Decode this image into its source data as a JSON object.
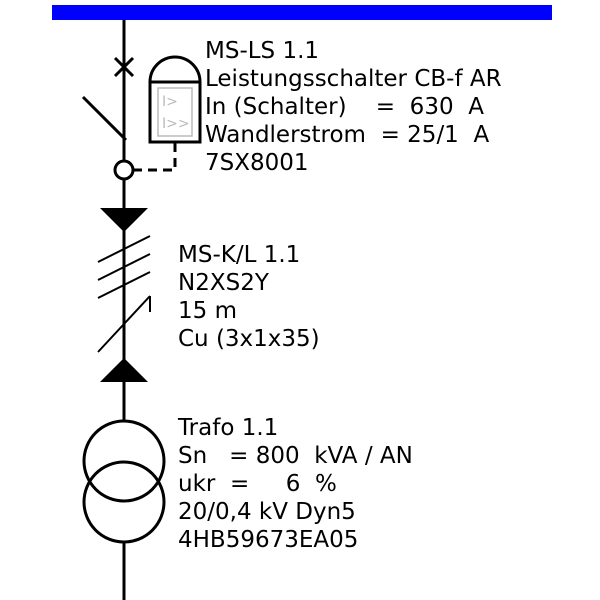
{
  "colors": {
    "busbar": "#0000ff",
    "line": "#000000",
    "background": "#ffffff",
    "relay_glyph": "#bbbbbb"
  },
  "breaker": {
    "name": "MS-LS 1.1",
    "type": "Leistungsschalter CB-f AR",
    "rated_current": "In (Schalter)    =  630  A",
    "transformer_current": "Wandlerstrom  = 25/1  A",
    "order_number": "7SX8001",
    "relay_glyph_1": "I>",
    "relay_glyph_2": "I>>"
  },
  "cable": {
    "name": "MS-K/L 1.1",
    "type": "N2XS2Y",
    "length": "15 m",
    "cross_section": "Cu (3x1x35)"
  },
  "transformer": {
    "name": "Trafo 1.1",
    "rated_power": "Sn   = 800  kVA / AN",
    "short_circuit_voltage": "ukr  =     6  %",
    "voltage_vector": "20/0,4 kV Dyn5",
    "order_number": "4HB59673EA05"
  }
}
